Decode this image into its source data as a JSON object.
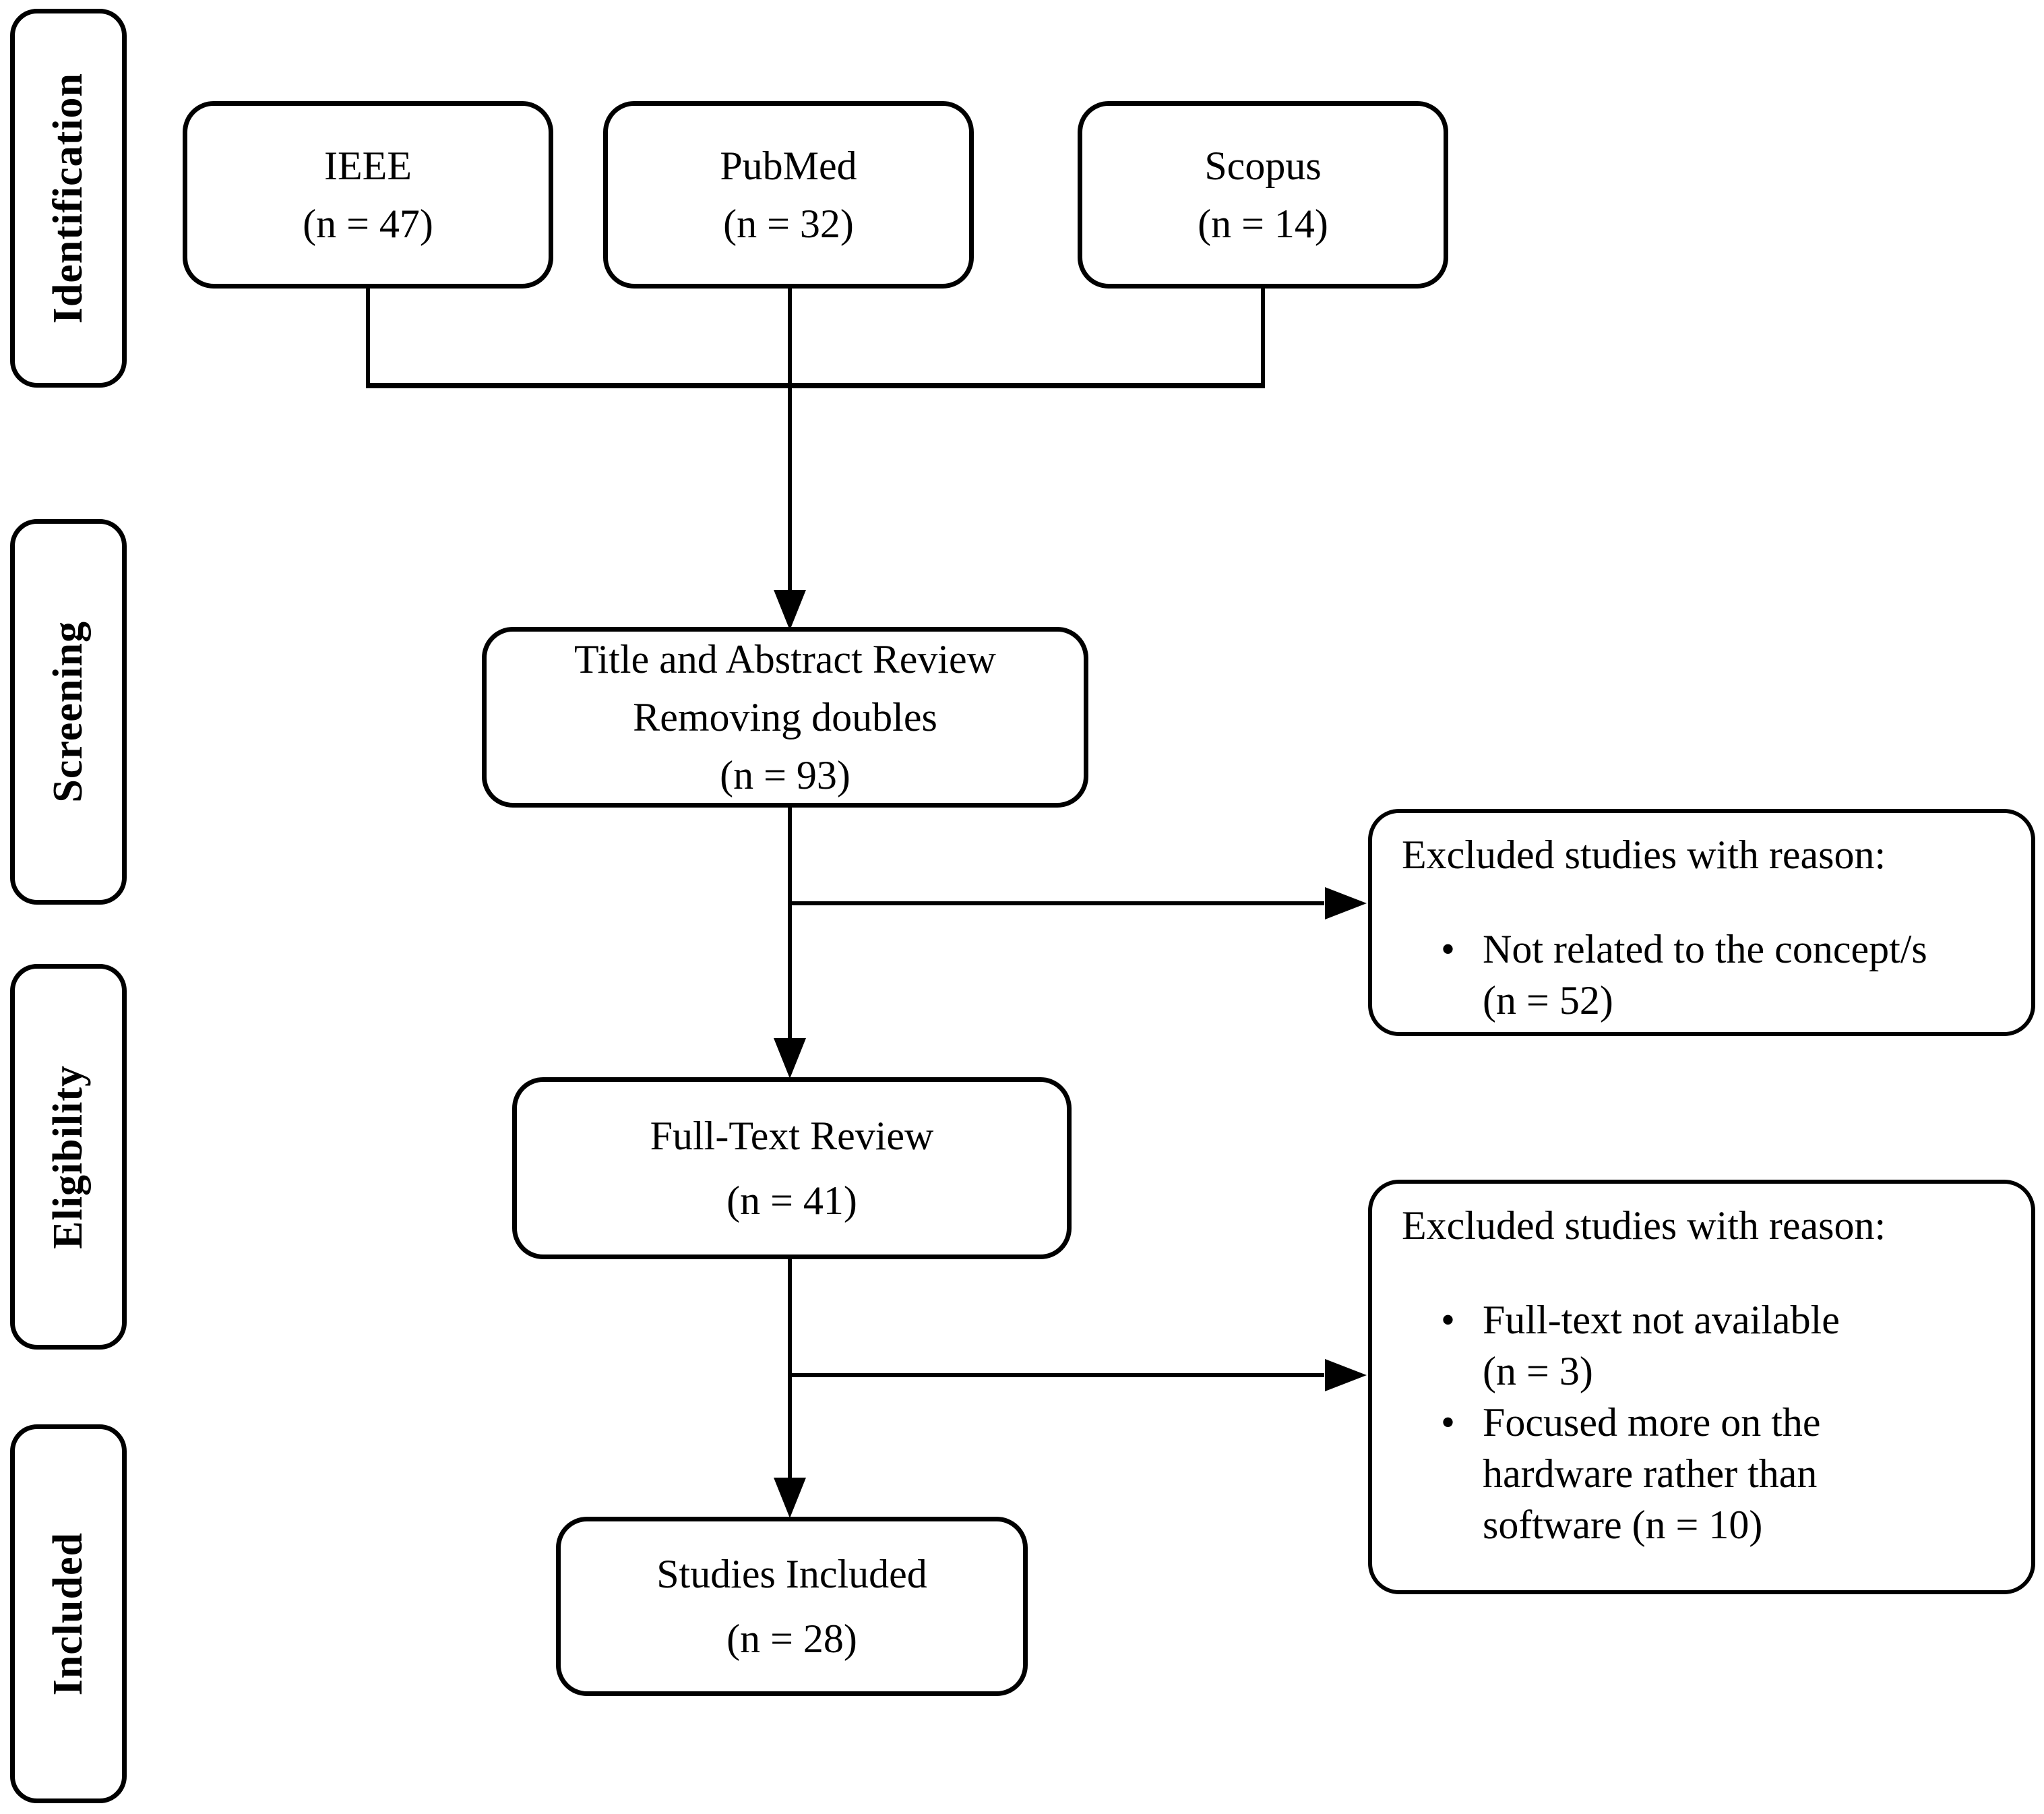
{
  "colors": {
    "ink": "#000000",
    "paper": "#ffffff"
  },
  "glyphs": {
    "bullet": "•"
  },
  "stages": [
    {
      "label": "Identification"
    },
    {
      "label": "Screening"
    },
    {
      "label": "Eligibility"
    },
    {
      "label": "Included"
    }
  ],
  "sources": [
    {
      "name": "IEEE",
      "count": "(n = 47)"
    },
    {
      "name": "PubMed",
      "count": "(n = 32)"
    },
    {
      "name": "Scopus",
      "count": "(n = 14)"
    }
  ],
  "flow": [
    {
      "lines": [
        "Title and Abstract Review",
        "Removing doubles",
        "(n = 93)"
      ]
    },
    {
      "lines": [
        "Full-Text Review",
        "(n = 41)"
      ]
    },
    {
      "lines": [
        "Studies Included",
        "(n = 28)"
      ]
    }
  ],
  "exclusions": [
    {
      "title": "Excluded studies with reason:",
      "bullets": [
        {
          "lines": [
            "Not related to the concept/s",
            "(n = 52)"
          ]
        }
      ]
    },
    {
      "title": "Excluded studies with reason:",
      "bullets": [
        {
          "lines": [
            "Full-text not available",
            "(n = 3)"
          ]
        },
        {
          "lines": [
            "Focused more on the",
            "hardware rather than",
            "software (n = 10)"
          ]
        }
      ]
    }
  ]
}
